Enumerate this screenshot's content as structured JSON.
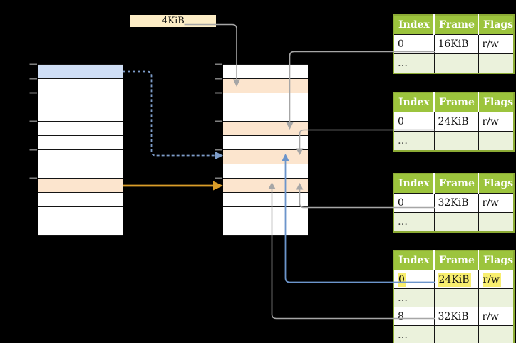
{
  "size_label": {
    "text": "4KiB"
  },
  "colors": {
    "bg": "#000000",
    "row-white": "#ffffff",
    "row-blue": "#cfdef5",
    "row-orange": "#fce5ce",
    "box-cream": "#fcecc5",
    "table-header-green": "#9cc43d",
    "table-row-green": "#ebf2dc",
    "table-border-green": "#8cab35",
    "highlight-yellow": "#f8ee6e",
    "arrow-gray": "#a6a6a6",
    "arrow-blue": "#6c95cb",
    "arrow-dashed-blue": "#7d9cc8",
    "arrow-orange": "#db9e29",
    "tick-gray": "#7f7f7f",
    "ellipsis": "#3a3a3a"
  },
  "left_column": {
    "rows": [
      "blue",
      "white",
      "white",
      "white",
      "white",
      "white",
      "white",
      "white",
      "orange",
      "white",
      "white",
      "white"
    ]
  },
  "middle_column": {
    "rows": [
      "white",
      "orange",
      "white",
      "white",
      "orange",
      "white",
      "orange",
      "white",
      "orange",
      "white",
      "white",
      "white"
    ]
  },
  "tables": [
    {
      "headers": [
        "Index",
        "Frame",
        "Flags"
      ],
      "rows": [
        {
          "bg": "white",
          "hl": false,
          "cells": [
            "0",
            "16KiB",
            "r/w"
          ]
        },
        {
          "bg": "green",
          "hl": false,
          "cells": [
            "…",
            "",
            ""
          ]
        }
      ]
    },
    {
      "headers": [
        "Index",
        "Frame",
        "Flags"
      ],
      "rows": [
        {
          "bg": "white",
          "hl": false,
          "cells": [
            "0",
            "24KiB",
            "r/w"
          ]
        },
        {
          "bg": "green",
          "hl": false,
          "cells": [
            "…",
            "",
            ""
          ]
        }
      ]
    },
    {
      "headers": [
        "Index",
        "Frame",
        "Flags"
      ],
      "rows": [
        {
          "bg": "white",
          "hl": false,
          "cells": [
            "0",
            "32KiB",
            "r/w"
          ]
        },
        {
          "bg": "green",
          "hl": false,
          "cells": [
            "…",
            "",
            ""
          ]
        }
      ]
    },
    {
      "headers": [
        "Index",
        "Frame",
        "Flags"
      ],
      "rows": [
        {
          "bg": "white",
          "hl": true,
          "cells": [
            "0",
            "24KiB",
            "r/w"
          ]
        },
        {
          "bg": "green",
          "hl": false,
          "cells": [
            "…",
            "",
            ""
          ]
        },
        {
          "bg": "white",
          "hl": false,
          "cells": [
            "8",
            "32KiB",
            "r/w"
          ]
        },
        {
          "bg": "green",
          "hl": false,
          "cells": [
            "…",
            "",
            ""
          ]
        }
      ]
    }
  ],
  "connectors": [
    {
      "name": "size-label-to-middle-row2",
      "style": "solid",
      "color": "#a6a6a6",
      "direction": "down"
    },
    {
      "name": "table1-frame-to-middle-row5",
      "style": "solid",
      "color": "#a6a6a6",
      "direction": "down"
    },
    {
      "name": "table2-frame-to-middle-row7",
      "style": "solid",
      "color": "#a6a6a6",
      "direction": "down"
    },
    {
      "name": "table3-frame-to-middle-row9",
      "style": "solid",
      "color": "#a6a6a6",
      "direction": "up"
    },
    {
      "name": "table4-frame-24kib-to-middle-row7",
      "style": "solid",
      "color": "#6c95cb",
      "direction": "up"
    },
    {
      "name": "table4-frame-32kib-to-middle-row9",
      "style": "solid",
      "color": "#a6a6a6",
      "direction": "up"
    },
    {
      "name": "left-row1-to-middle-row7",
      "style": "dashed",
      "color": "#7d9cc8",
      "direction": "right"
    },
    {
      "name": "left-row9-to-middle-row9",
      "style": "solid",
      "color": "#db9e29",
      "direction": "right"
    }
  ]
}
